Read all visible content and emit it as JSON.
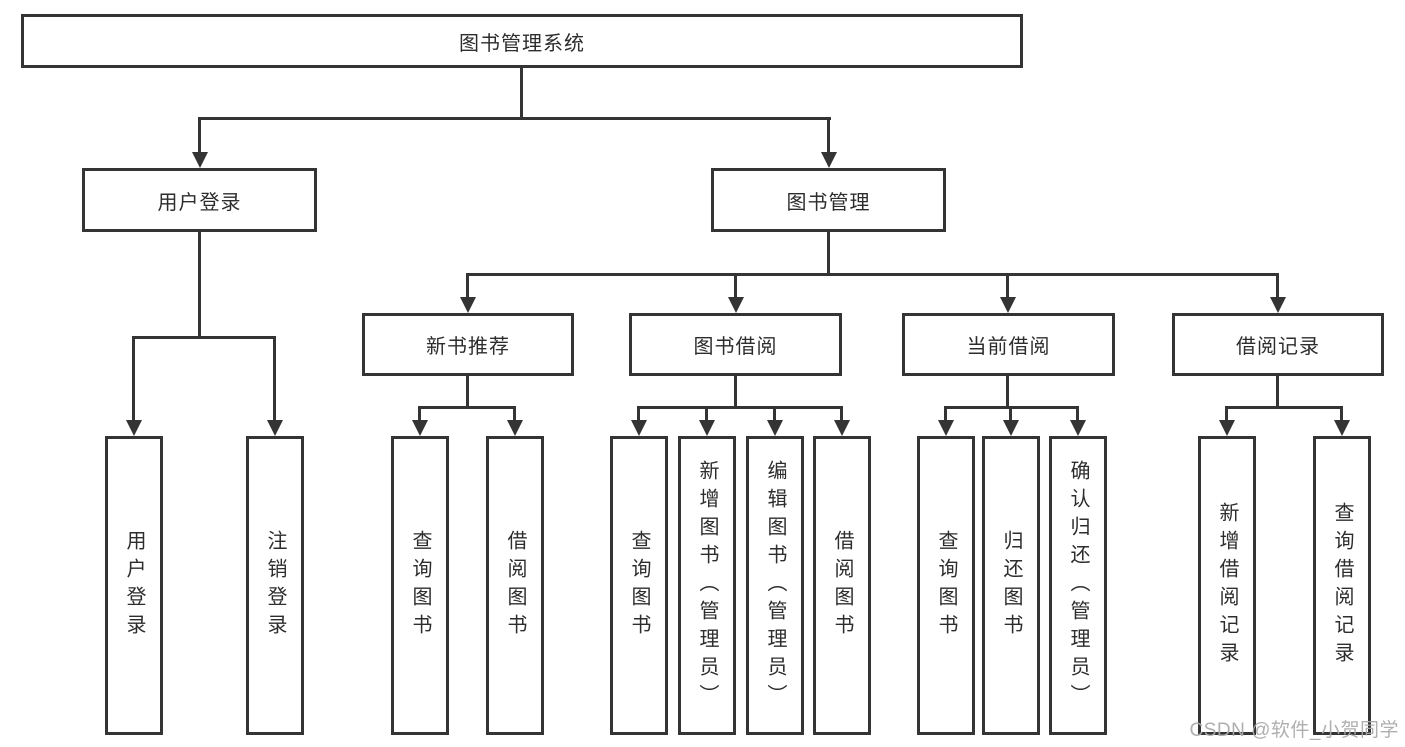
{
  "diagram": {
    "type": "tree",
    "root": "图书管理系统",
    "branches": [
      {
        "label": "用户登录",
        "children": [
          "用户登录",
          "注销登录"
        ]
      },
      {
        "label": "图书管理",
        "sections": [
          {
            "label": "新书推荐",
            "children": [
              "查询图书",
              "借阅图书"
            ]
          },
          {
            "label": "图书借阅",
            "children": [
              "查询图书",
              "新增图书（管理员）",
              "编辑图书（管理员）",
              "借阅图书"
            ]
          },
          {
            "label": "当前借阅",
            "children": [
              "查询图书",
              "归还图书",
              "确认归还（管理员）"
            ]
          },
          {
            "label": "借阅记录",
            "children": [
              "新增借阅记录",
              "查询借阅记录"
            ]
          }
        ]
      }
    ]
  },
  "watermark": "CSDN @软件_小贺同学",
  "colors": {
    "line": "#343434",
    "text": "#2d2d2d",
    "watermark": "#ababab",
    "background": "#ffffff"
  }
}
